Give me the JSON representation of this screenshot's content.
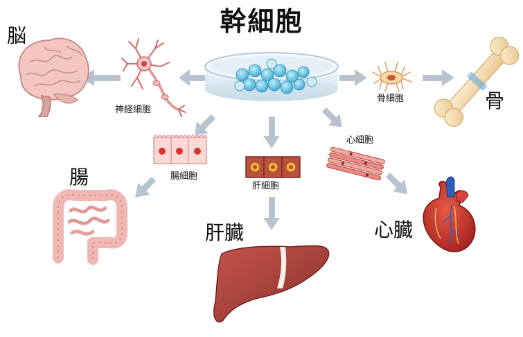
{
  "title": "幹細胞",
  "organs": {
    "brain": "脳",
    "bone": "骨",
    "intestine": "腸",
    "liver": "肝臓",
    "heart": "心臓"
  },
  "cells": {
    "nerve": "神経細胞",
    "bone": "骨細胞",
    "intestine": "腸細胞",
    "liver": "肝細胞",
    "heart": "心細胞"
  },
  "colors": {
    "arrow": "#b9c3cf",
    "organ_pink": "#f4c6c2",
    "organ_outline": "#c98a8a",
    "liver": "#a8423c",
    "heart": "#c62c28",
    "stem_cell": "#6ec7e3",
    "bone": "#f5dbb0"
  }
}
